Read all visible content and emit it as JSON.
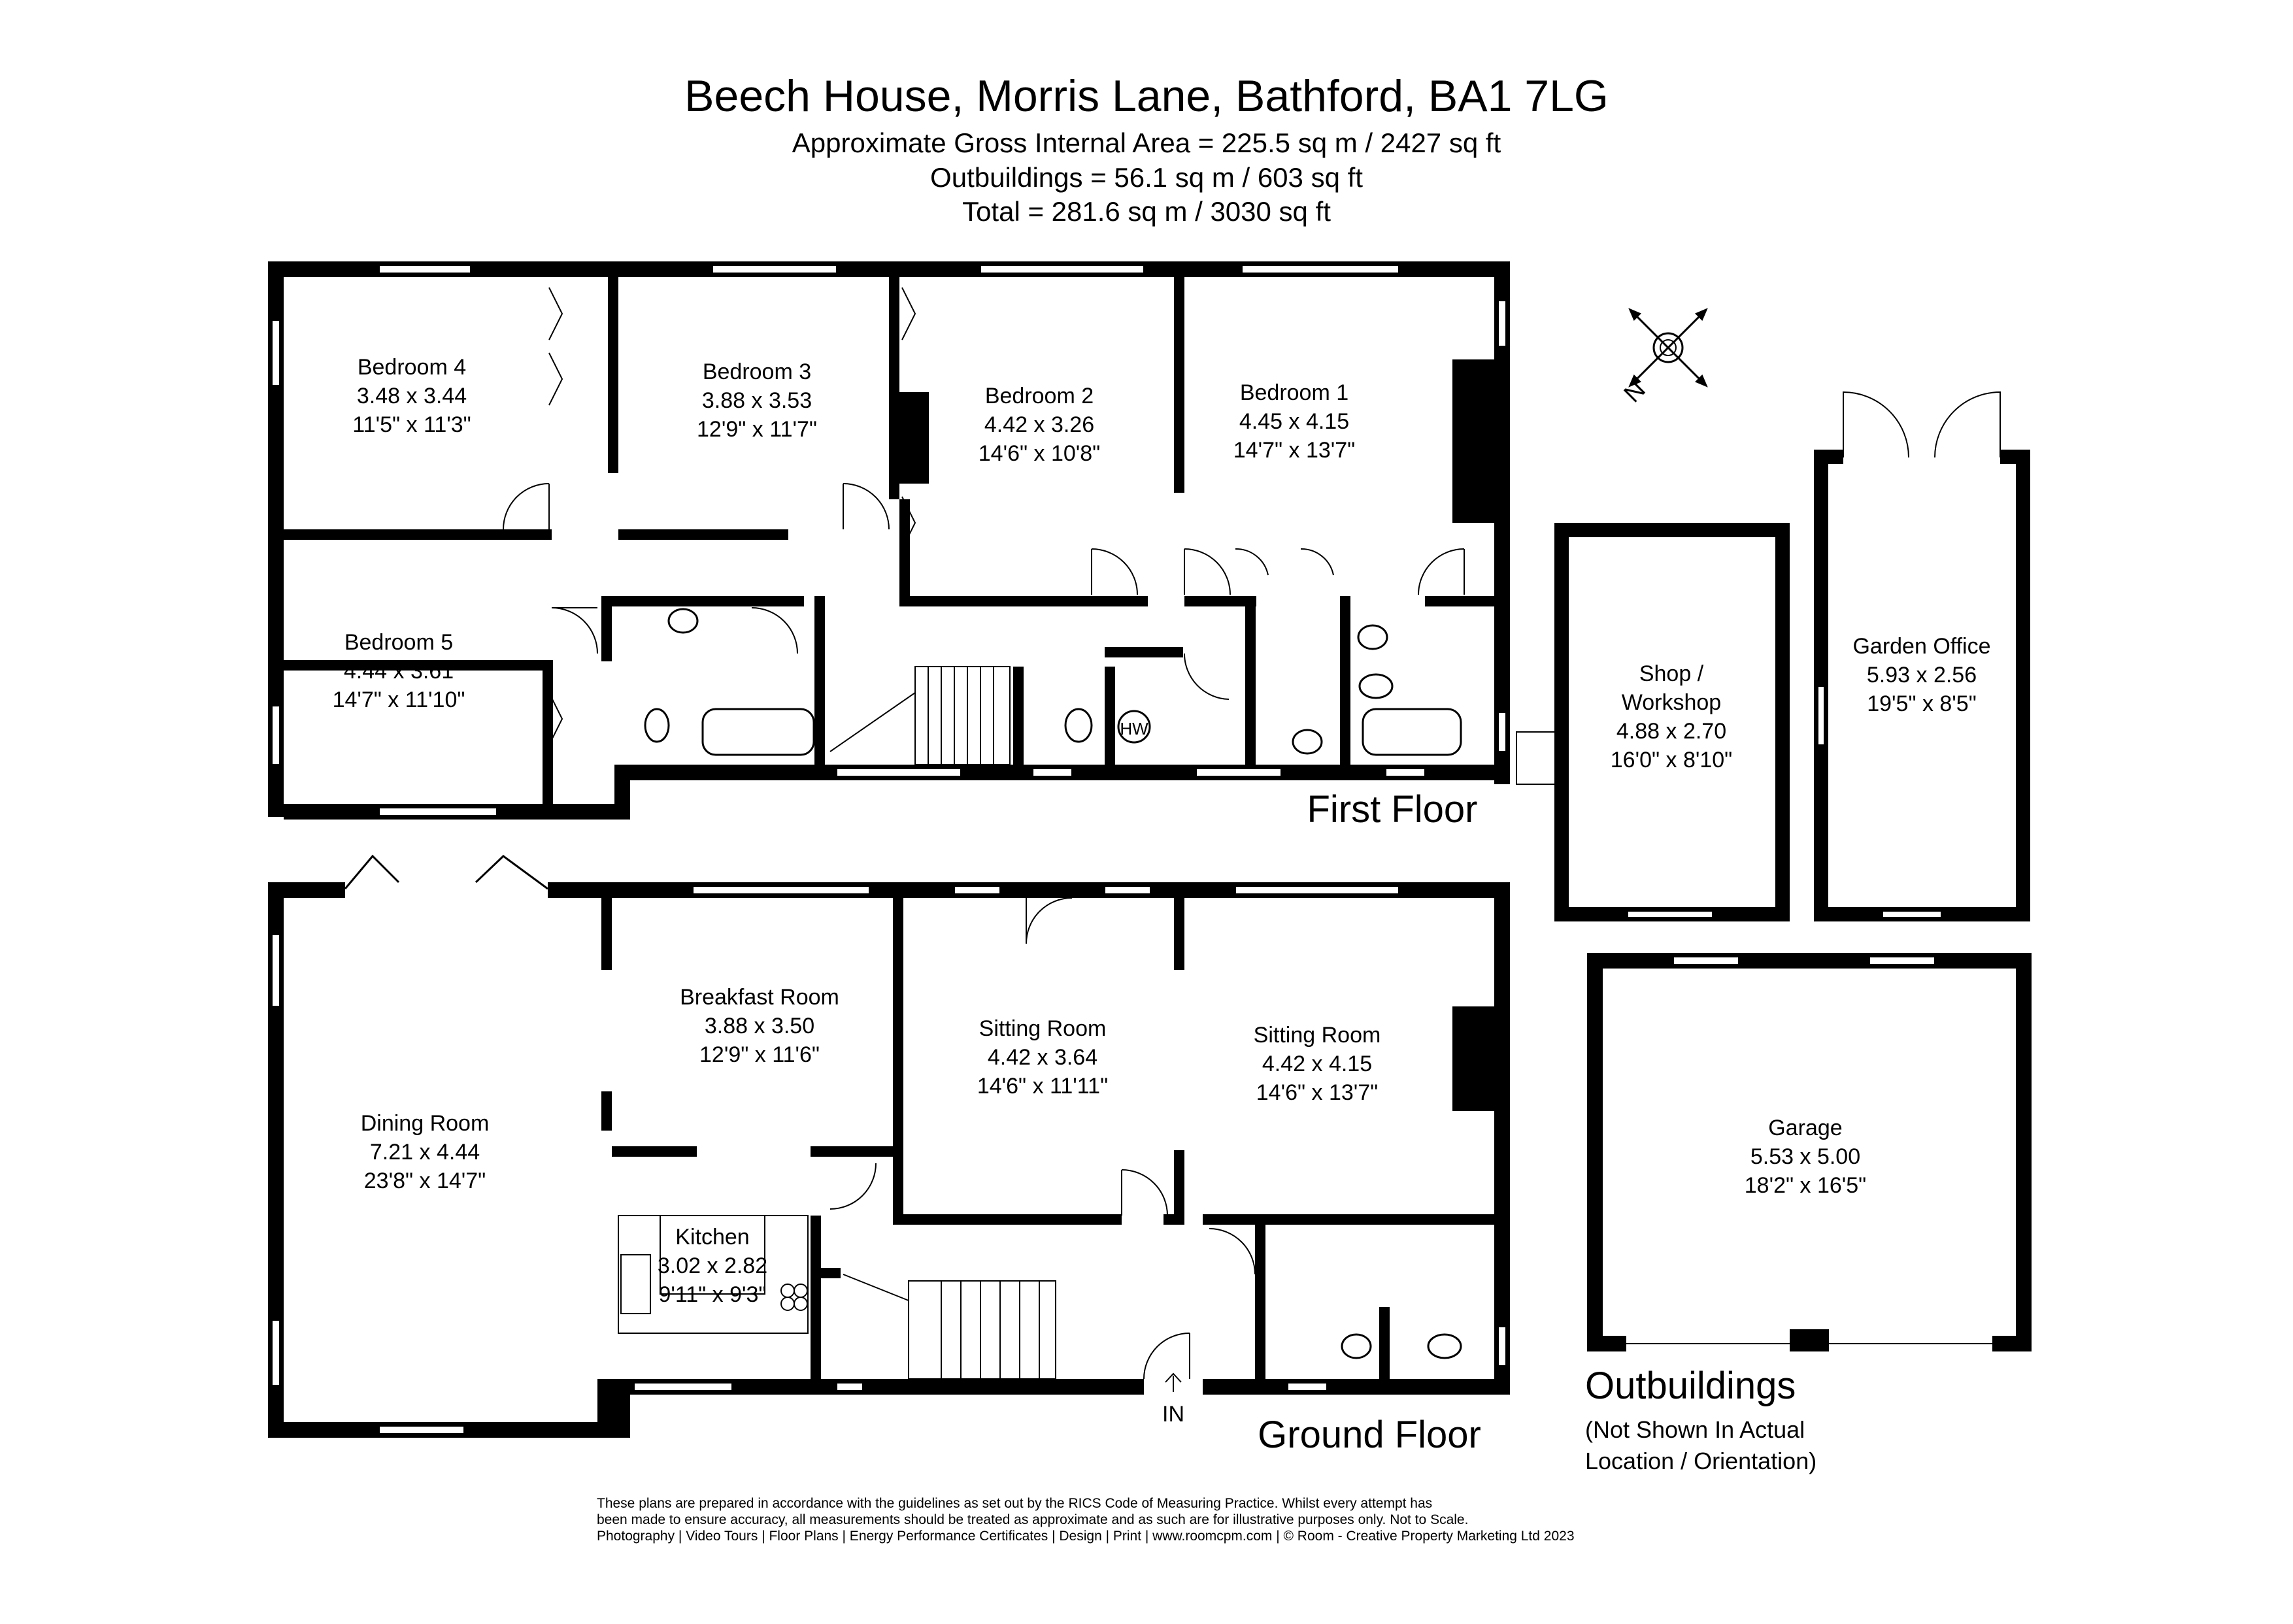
{
  "header": {
    "title": "Beech House, Morris Lane, Bathford, BA1 7LG",
    "area_main": "Approximate Gross Internal Area = 225.5 sq m / 2427 sq ft",
    "area_outbuildings": "Outbuildings = 56.1 sq m / 603 sq ft",
    "area_total": "Total = 281.6 sq m / 3030 sq ft"
  },
  "first_floor": {
    "label": "First Floor",
    "rooms": {
      "bedroom4": {
        "name": "Bedroom 4",
        "metric": "3.48 x 3.44",
        "imperial": "11'5\" x 11'3\""
      },
      "bedroom3": {
        "name": "Bedroom 3",
        "metric": "3.88 x 3.53",
        "imperial": "12'9\" x 11'7\""
      },
      "bedroom2": {
        "name": "Bedroom 2",
        "metric": "4.42 x 3.26",
        "imperial": "14'6\" x 10'8\""
      },
      "bedroom1": {
        "name": "Bedroom 1",
        "metric": "4.45 x 4.15",
        "imperial": "14'7\" x 13'7\""
      },
      "bedroom5": {
        "name": "Bedroom 5",
        "metric": "4.44 x 3.61",
        "imperial": "14'7\" x 11'10\""
      }
    },
    "hw_label": "HW"
  },
  "ground_floor": {
    "label": "Ground Floor",
    "entrance_label": "IN",
    "rooms": {
      "dining": {
        "name": "Dining Room",
        "metric": "7.21 x 4.44",
        "imperial": "23'8\" x 14'7\""
      },
      "breakfast": {
        "name": "Breakfast Room",
        "metric": "3.88 x 3.50",
        "imperial": "12'9\" x 11'6\""
      },
      "sitting1": {
        "name": "Sitting Room",
        "metric": "4.42 x 3.64",
        "imperial": "14'6\" x 11'11\""
      },
      "sitting2": {
        "name": "Sitting Room",
        "metric": "4.42 x 4.15",
        "imperial": "14'6\" x 13'7\""
      },
      "kitchen": {
        "name": "Kitchen",
        "metric": "3.02 x 2.82",
        "imperial": "9'11\" x 9'3\""
      }
    }
  },
  "outbuildings": {
    "label": "Outbuildings",
    "note_line1": "(Not Shown In Actual",
    "note_line2": "Location / Orientation)",
    "rooms": {
      "workshop": {
        "name_line1": "Shop /",
        "name_line2": "Workshop",
        "metric": "4.88 x 2.70",
        "imperial": "16'0\" x 8'10\""
      },
      "garden_office": {
        "name": "Garden Office",
        "metric": "5.93 x 2.56",
        "imperial": "19'5\" x 8'5\""
      },
      "garage": {
        "name": "Garage",
        "metric": "5.53 x 5.00",
        "imperial": "18'2\" x 16'5\""
      }
    }
  },
  "compass": {
    "label": "N"
  },
  "disclaimer": {
    "line1": "These plans are prepared in accordance with the guidelines as set out by the RICS Code of Measuring Practice. Whilst every attempt has",
    "line2": "been made to ensure accuracy, all measurements should be treated as approximate and as such are for illustrative purposes only. Not to Scale.",
    "line3": "Photography | Video Tours | Floor Plans | Energy Performance Certificates | Design | Print | www.roomcpm.com | © Room - Creative Property Marketing Ltd 2023"
  }
}
